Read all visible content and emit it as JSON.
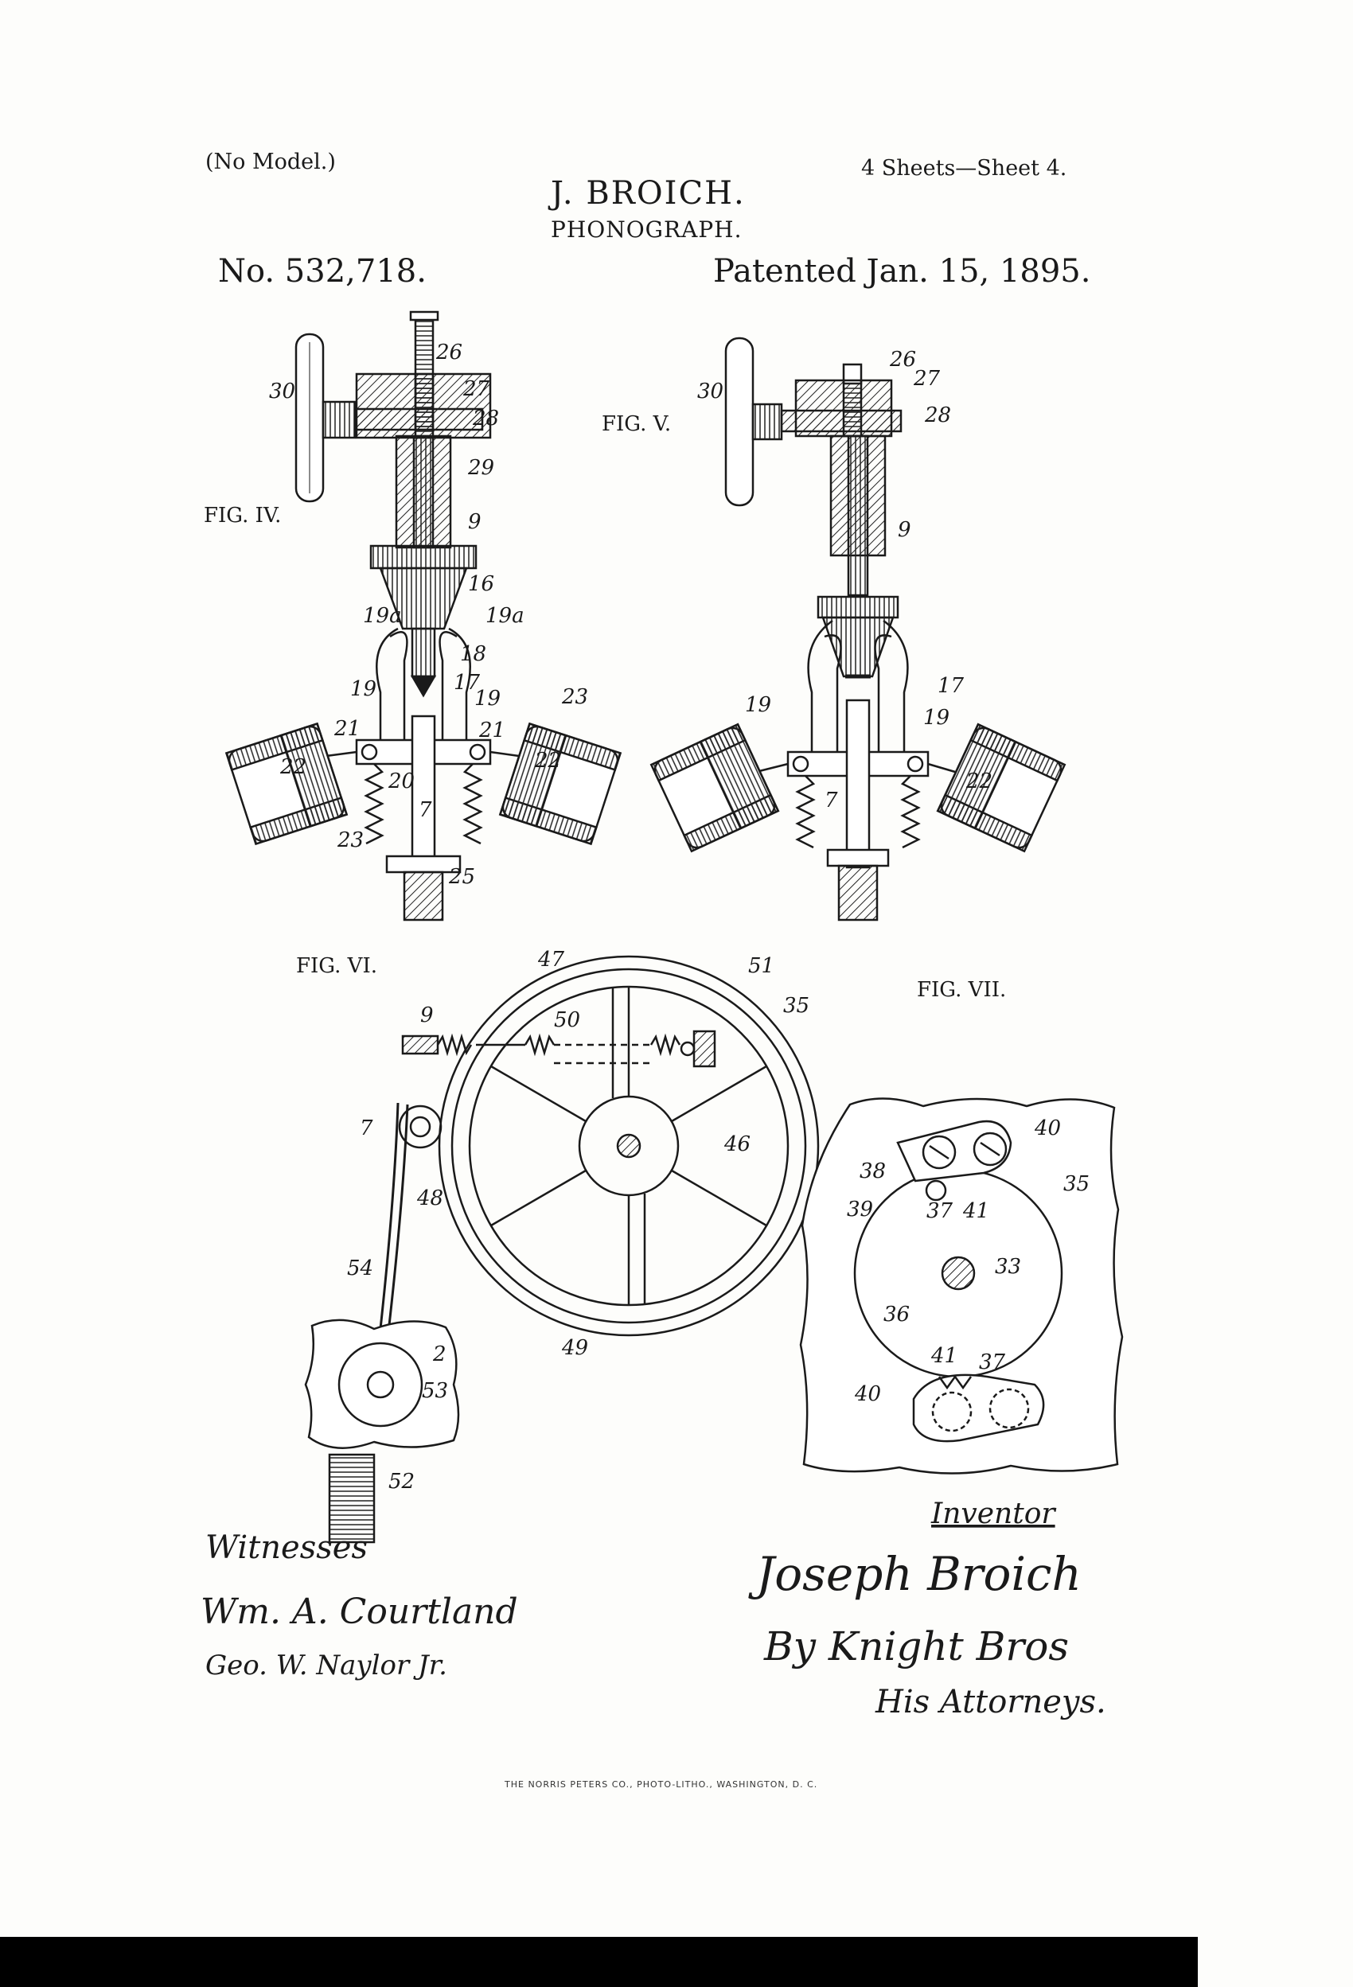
{
  "header": {
    "model_note": "(No Model.)",
    "inventor_name": "J. BROICH.",
    "title": "PHONOGRAPH.",
    "sheets": "4 Sheets—Sheet 4.",
    "patent_number": "No. 532,718.",
    "patented_date": "Patented Jan. 15, 1895."
  },
  "figures": {
    "fig4": "FIG. IV.",
    "fig5": "FIG. V.",
    "fig6": "FIG. VI.",
    "fig7": "FIG. VII."
  },
  "labels": {
    "n2": "2",
    "n7": "7",
    "n9": "9",
    "n16": "16",
    "n17": "17",
    "n18": "18",
    "n19": "19",
    "n19a": "19a",
    "n20": "20",
    "n21": "21",
    "n22": "22",
    "n23": "23",
    "n25": "25",
    "n26": "26",
    "n27": "27",
    "n28": "28",
    "n29": "29",
    "n30": "30",
    "n33": "33",
    "n35": "35",
    "n36": "36",
    "n37": "37",
    "n38": "38",
    "n39": "39",
    "n40": "40",
    "n41": "41",
    "n46": "46",
    "n47": "47",
    "n48": "48",
    "n49": "49",
    "n50": "50",
    "n51": "51",
    "n52": "52",
    "n53": "53",
    "n54": "54"
  },
  "signatures": {
    "witnesses_heading": "Witnesses",
    "witness1": "Wm. A. Courtland",
    "witness2": "Geo. W. Naylor Jr.",
    "inventor_heading": "Inventor",
    "inventor_signature": "Joseph Broich",
    "by_line": "By Knight Bros",
    "attorneys": "His Attorneys."
  },
  "footer": {
    "credit": "THE NORRIS PETERS CO., PHOTO-LITHO., WASHINGTON, D. C."
  }
}
